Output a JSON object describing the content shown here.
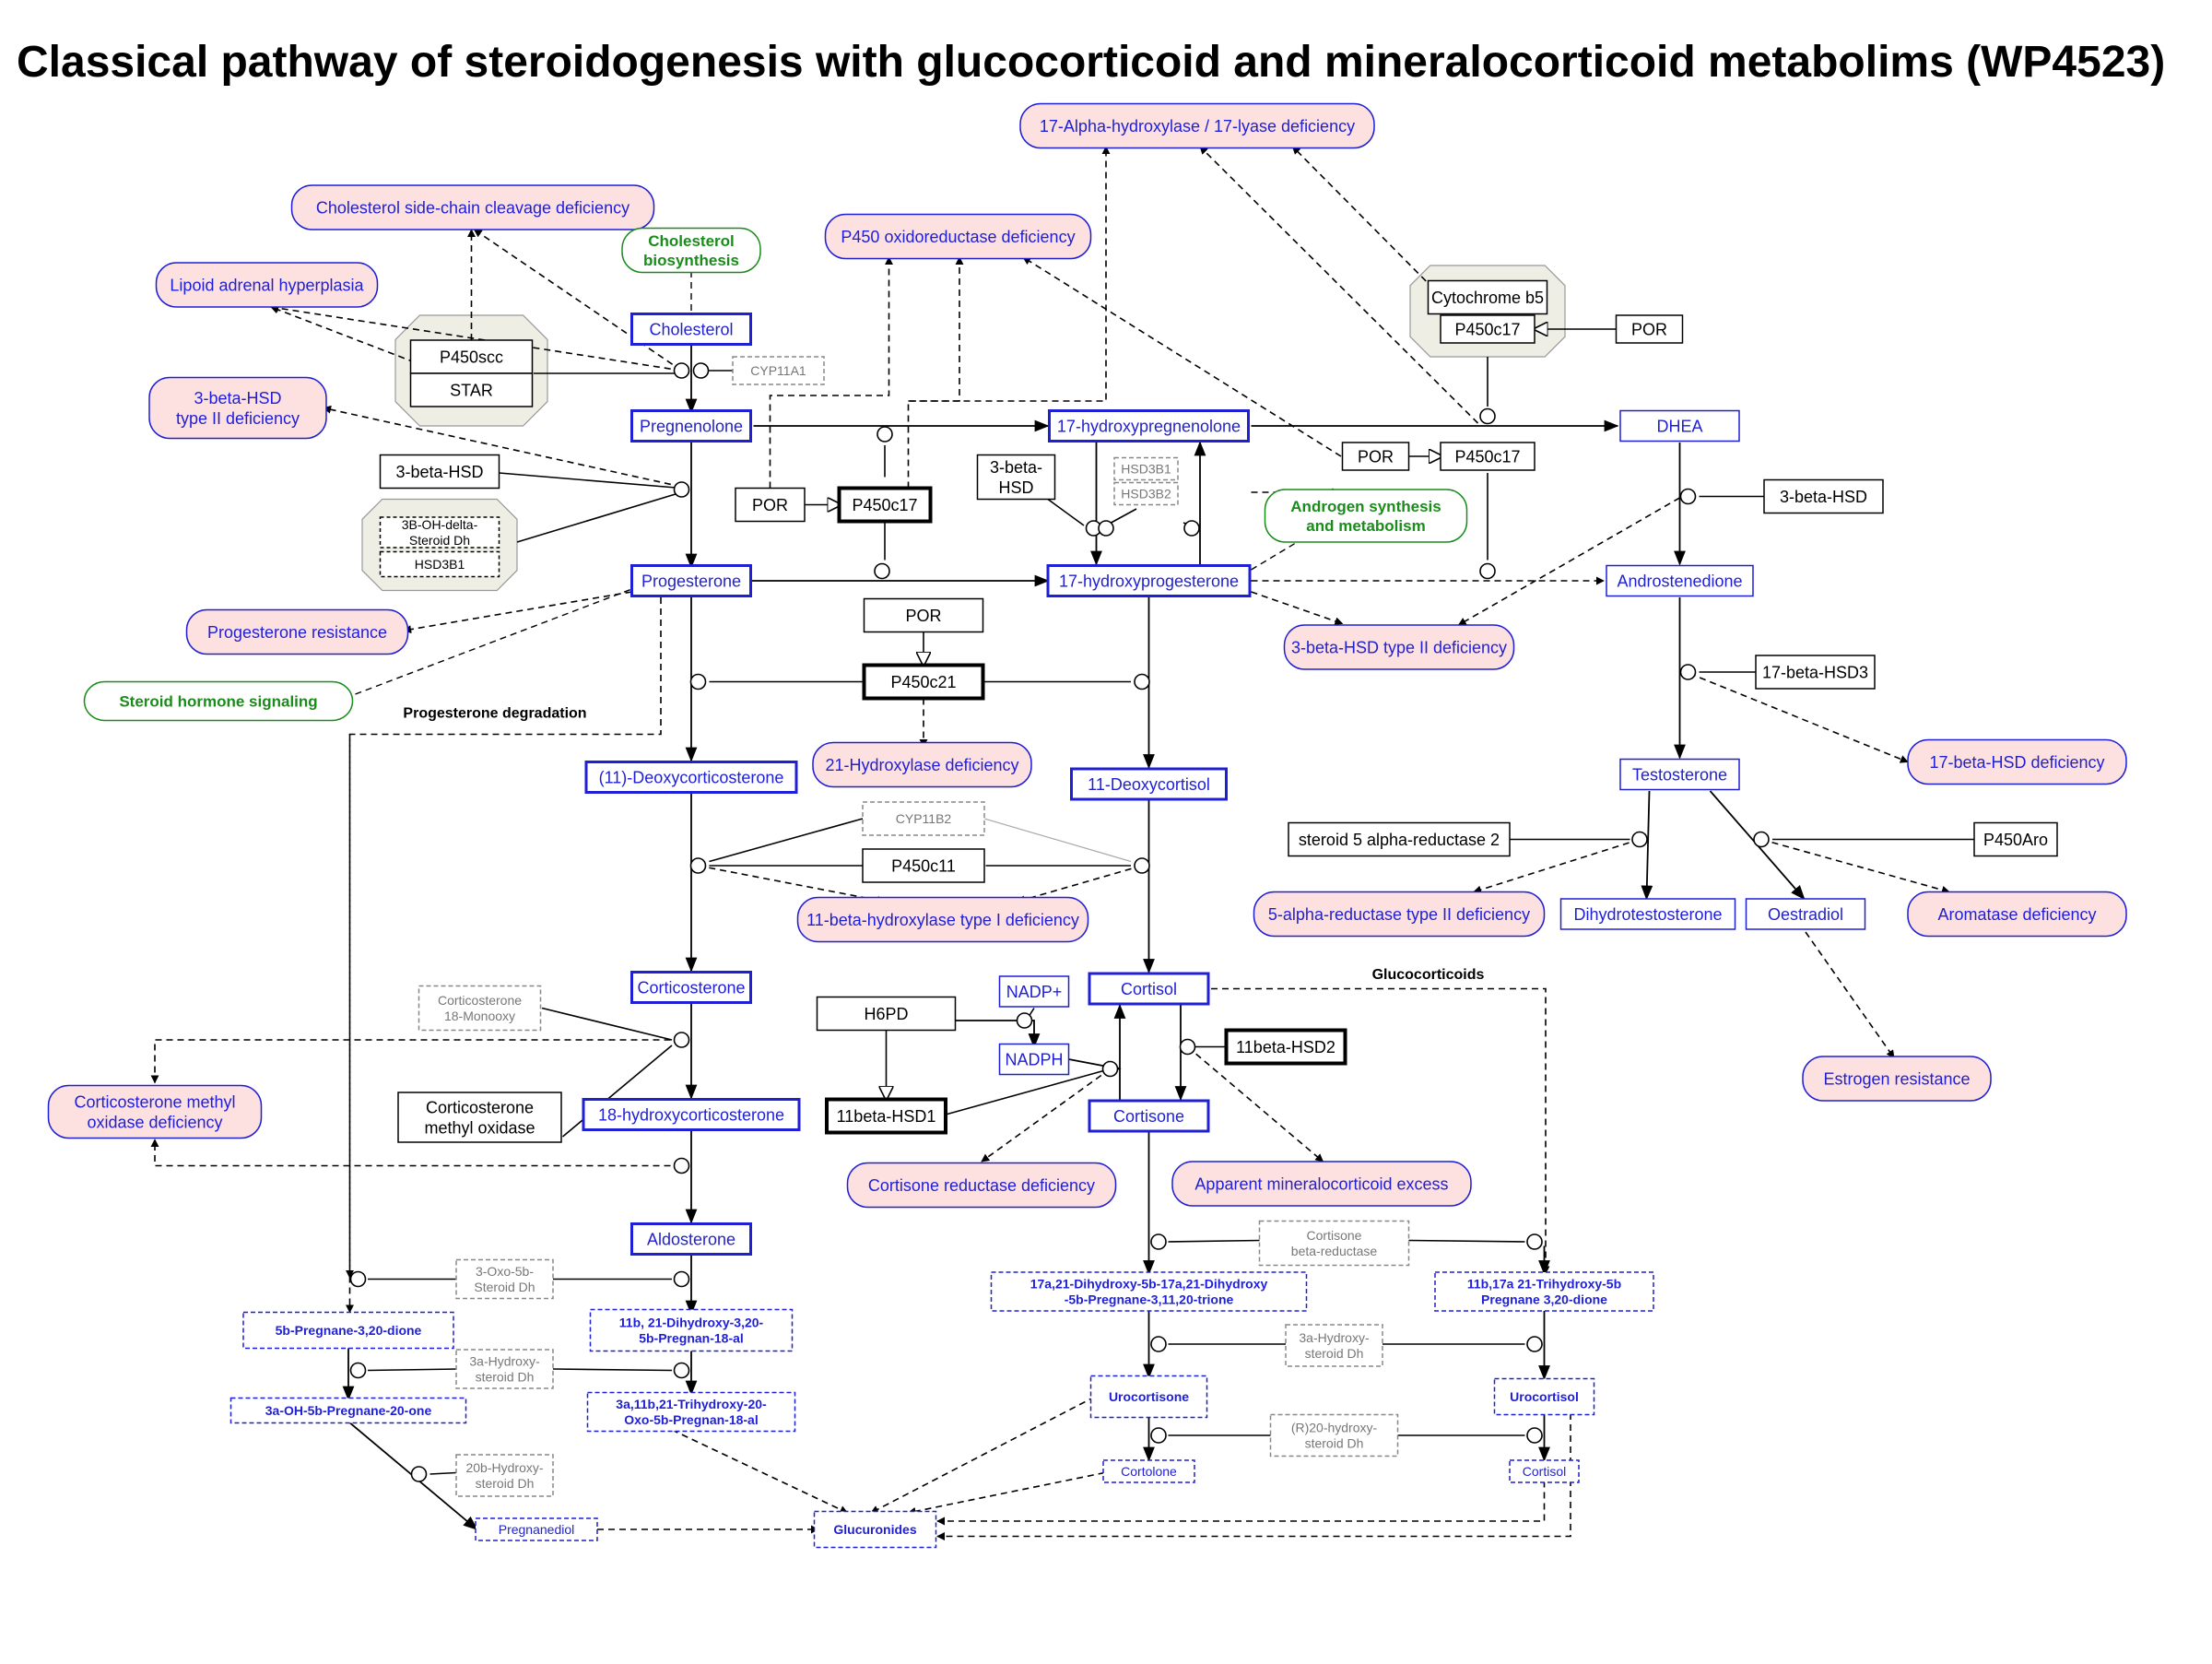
{
  "title": "Classical pathway of steroidogenesis with glucocorticoid and mineralocorticoid metabolims (WP4523)",
  "labels": {
    "progesterone_degradation": "Progesterone degradation",
    "glucocorticoids": "Glucocorticoids"
  },
  "metabolites": {
    "cholesterol": "Cholesterol",
    "pregnenolone": "Pregnenolone",
    "hydroxypregnenolone17": "17-hydroxypregnenolone",
    "dhea": "DHEA",
    "progesterone": "Progesterone",
    "hydroxyprogesterone17": "17-hydroxyprogesterone",
    "androstenedione": "Androstenedione",
    "deoxycorticosterone": "(11)-Deoxycorticosterone",
    "deoxycortisol": "11-Deoxycortisol",
    "testosterone": "Testosterone",
    "dihydrotestosterone": "Dihydrotestosterone",
    "oestradiol": "Oestradiol",
    "corticosterone": "Corticosterone",
    "cortisol": "Cortisol",
    "nadp_plus": "NADP+",
    "nadph": "NADPH",
    "cortisone": "Cortisone",
    "hydroxycorticosterone18": "18-hydroxycorticosterone",
    "aldosterone": "Aldosterone",
    "pregnanedione": "5b-Pregnane-3,20-dione",
    "dihydroxy_pregnan_al": "11b, 21-Dihydroxy-3,20-\n5b-Pregnan-18-al",
    "oh_pregnane_one": "3a-OH-5b-Pregnane-20-one",
    "trihydroxy_oxo": "3a,11b,21-Trihydroxy-20-\nOxo-5b-Pregnan-18-al",
    "dihydroxy_trione": "17a,21-Dihydroxy-5b-17a,21-Dihydroxy\n-5b-Pregnane-3,11,20-trione",
    "trihydroxy_pregnane": "11b,17a 21-Trihydroxy-5b\nPregnane 3,20-dione",
    "urocortisone": "Urocortisone",
    "urocortisol": "Urocortisol",
    "cortolone": "Cortolone",
    "cortisol_small": "Cortisol",
    "pregnanediol": "Pregnanediol",
    "glucuronides": "Glucuronides"
  },
  "diseases": {
    "alpha_hydroxylase": "17-Alpha-hydroxylase / 17-lyase deficiency",
    "side_chain": "Cholesterol side-chain cleavage deficiency",
    "p450_oxidoreductase": "P450 oxidoreductase deficiency",
    "lipoid": "Lipoid adrenal hyperplasia",
    "hsd_type2_left": "3-beta-HSD\ntype II deficiency",
    "progesterone_resistance": "Progesterone resistance",
    "hsd_type2_right": "3-beta-HSD type II deficiency",
    "beta_hsd17": "17-beta-HSD deficiency",
    "hydroxylase21": "21-Hydroxylase deficiency",
    "hydroxylase11": "11-beta-hydroxylase type I deficiency",
    "reductase5a": "5-alpha-reductase type II deficiency",
    "aromatase": "Aromatase deficiency",
    "estrogen_resistance": "Estrogen resistance",
    "cmo_deficiency": "Corticosterone methyl\noxidase deficiency",
    "cortisone_reductase": "Cortisone reductase deficiency",
    "mineralocorticoid_excess": "Apparent mineralocorticoid excess"
  },
  "pathways": {
    "cholesterol_biosynthesis": "Cholesterol\nbiosynthesis",
    "androgen_synthesis": "Androgen synthesis\nand metabolism",
    "steroid_signaling": "Steroid hormone signaling"
  },
  "genes": {
    "cyp11a1": "CYP11A1",
    "p450scc": "P450scc",
    "star": "STAR",
    "cytochrome_b5": "Cytochrome b5",
    "p450c17_top": "P450c17",
    "por_top": "POR",
    "beta_hsd3_left": "3-beta-HSD",
    "oh_delta": "3B-OH-delta-\nSteroid Dh",
    "hsd3b1_left": "HSD3B1",
    "por_mid": "POR",
    "p450c17_mid": "P450c17",
    "beta_hsd3_mid": "3-beta-\nHSD",
    "hsd3b1_mid": "HSD3B1",
    "hsd3b2_mid": "HSD3B2",
    "por_right": "POR",
    "p450c17_right": "P450c17",
    "beta_hsd3_right": "3-beta-HSD",
    "por_lower": "POR",
    "p450c21": "P450c21",
    "beta_hsd17_3": "17-beta-HSD3",
    "cyp11b2": "CYP11B2",
    "p450c11": "P450c11",
    "srd5a2": "steroid 5 alpha-reductase 2",
    "p450aro": "P450Aro",
    "cortico_18mono": "Corticosterone\n18-Monooxy",
    "cmo": "Corticosterone\nmethyl oxidase",
    "h6pd": "H6PD",
    "hsd11b1": "11beta-HSD1",
    "hsd11b2": "11beta-HSD2",
    "oxo5b": "3-Oxo-5b-\nSteroid Dh",
    "hydroxy3a_left": "3a-Hydroxy-\nsteroid Dh",
    "hydroxy20b": "20b-Hydroxy-\nsteroid Dh",
    "cortisone_beta_red": "Cortisone\nbeta-reductase",
    "hydroxy3a_right": "3a-Hydroxy-\nsteroid Dh",
    "hydroxy20r": "(R)20-hydroxy-\nsteroid Dh"
  },
  "colors": {
    "metabolite": "#1f1fd6",
    "disease_fill": "#fde0e0",
    "pathway": "#1a8c1a",
    "group_fill": "#eeeee4"
  }
}
